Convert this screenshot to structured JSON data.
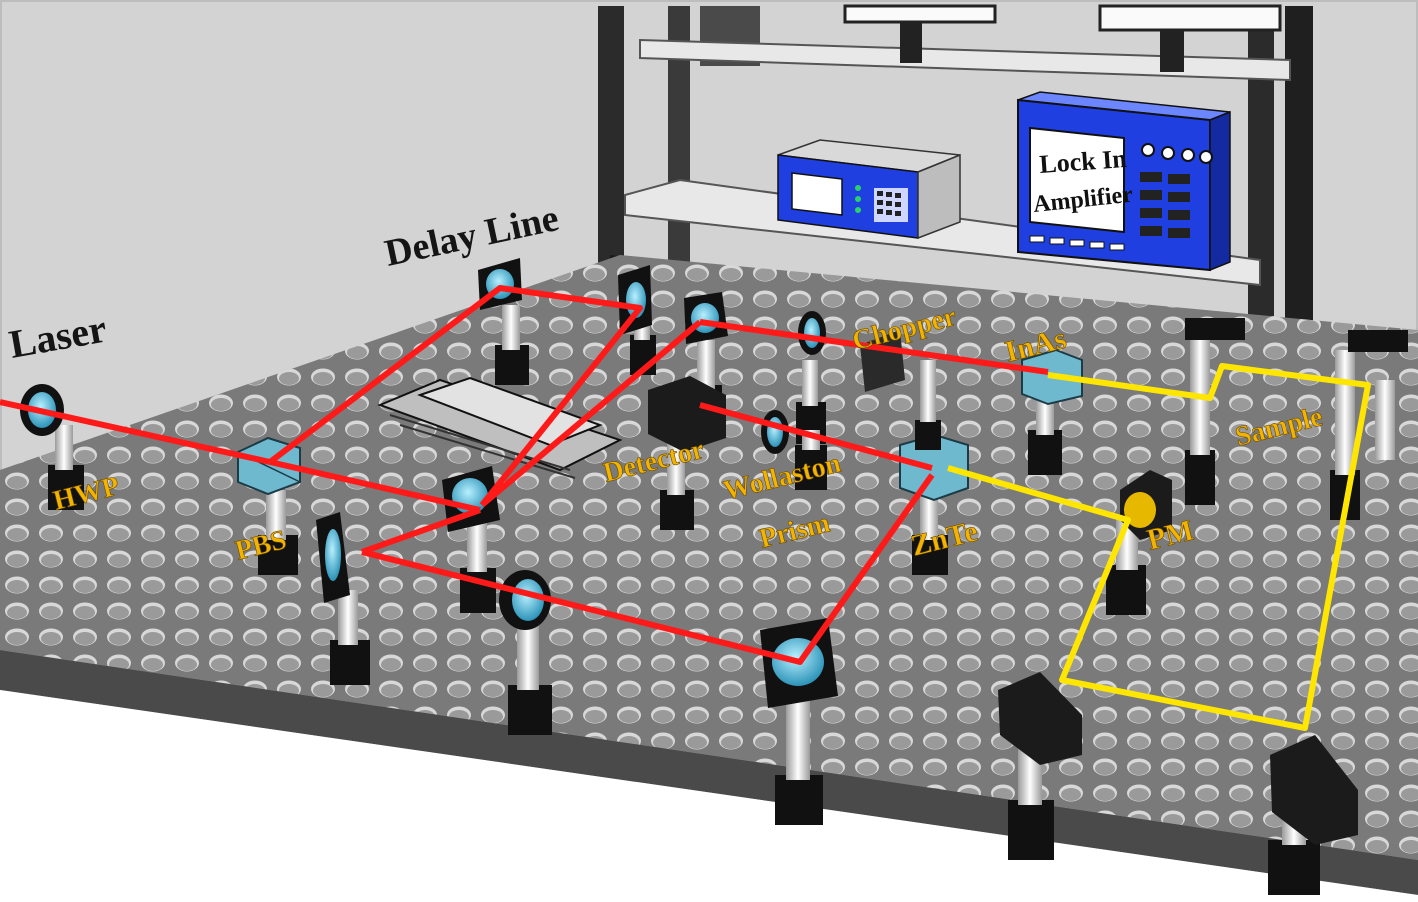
{
  "labels": {
    "laser": "Laser",
    "hwp": "HWP",
    "pbs": "PBS",
    "delay_line": "Delay Line",
    "detector": "Detector",
    "wollaston": "Wollaston",
    "prism": "Prism",
    "chopper": "Chopper",
    "inas": "InAs",
    "znte": "ZnTe",
    "sample": "Sample",
    "pm": "PM"
  },
  "lockin": {
    "line1": "Lock In",
    "line2": "Amplifier"
  },
  "colors": {
    "laser_beam": "#ff1a1a",
    "thz_beam": "#ffe600",
    "label_text": "#f2b400",
    "instrument_body": "#1f3fe0",
    "table_surface": "#6e6e6e",
    "wall": "#d3d3d3"
  }
}
